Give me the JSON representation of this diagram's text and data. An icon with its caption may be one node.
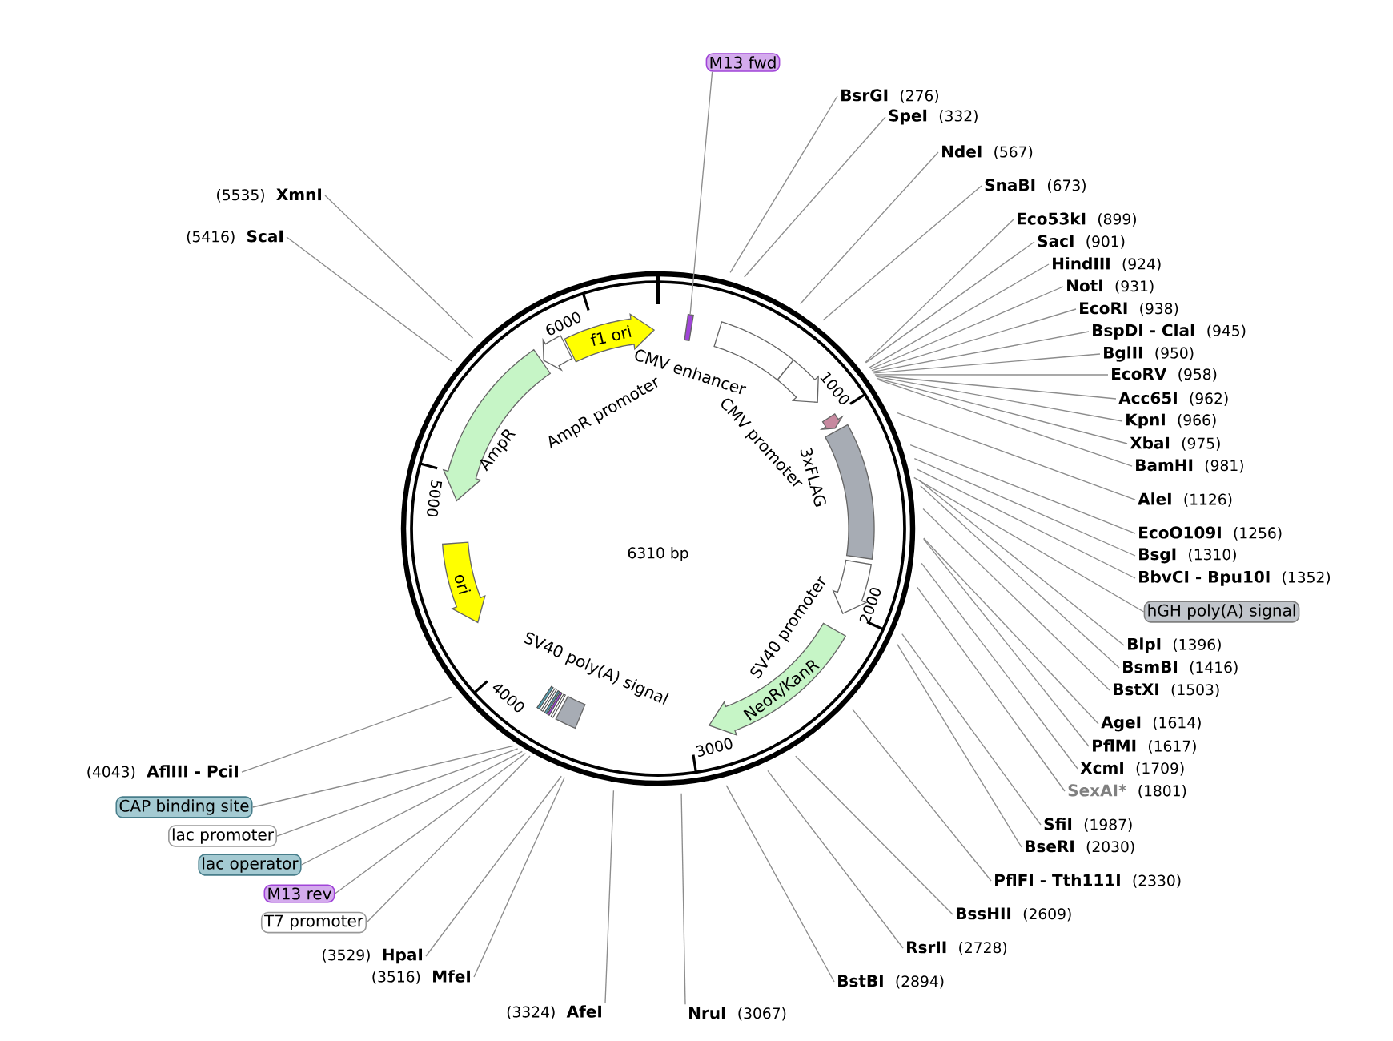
{
  "diagram": {
    "nodes": [
      {
        "text": [
          "M13 fwd"
        ]
      },
      {
        "text": [
          "BsrGI",
          "(276)"
        ]
      },
      {
        "text": [
          "SpeI",
          "(332)"
        ]
      },
      {
        "text": [
          "NdeI",
          "(567)"
        ]
      },
      {
        "text": [
          "SnaBI",
          "(673)"
        ]
      },
      {
        "text": [
          "Eco53kI",
          "(899)"
        ]
      },
      {
        "text": [
          "SacI",
          "(901)"
        ]
      },
      {
        "text": [
          "HindIII",
          "(924)"
        ]
      },
      {
        "text": [
          "NotI",
          "(931)"
        ]
      },
      {
        "text": [
          "EcoRI",
          "(938)"
        ]
      },
      {
        "text": [
          "BspDI - ClaI",
          "(945)"
        ]
      },
      {
        "text": [
          "BglII",
          "(950)"
        ]
      },
      {
        "text": [
          "EcoRV",
          "(958)"
        ]
      },
      {
        "text": [
          "Acc65I",
          "(962)"
        ]
      },
      {
        "text": [
          "KpnI",
          "(966)"
        ]
      },
      {
        "text": [
          "XbaI",
          "(975)"
        ]
      },
      {
        "text": [
          "BamHI",
          "(981)"
        ]
      },
      {
        "text": [
          "AleI",
          "(1126)"
        ]
      },
      {
        "text": [
          "EcoO109I",
          "(1256)"
        ]
      },
      {
        "text": [
          "BsgI",
          "(1310)"
        ]
      },
      {
        "text": [
          "BbvCI - Bpu10I",
          "(1352)"
        ]
      },
      {
        "text": [
          "hGH poly(A) signal"
        ]
      },
      {
        "text": [
          "BlpI",
          "(1396)"
        ]
      },
      {
        "text": [
          "BsmBI",
          "(1416)"
        ]
      },
      {
        "text": [
          "BstXI",
          "(1503)"
        ]
      },
      {
        "text": [
          "AgeI",
          "(1614)"
        ]
      },
      {
        "text": [
          "PflMI",
          "(1617)"
        ]
      },
      {
        "text": [
          "XcmI",
          "(1709)"
        ]
      },
      {
        "text": [
          "SexAI*",
          "(1801)"
        ]
      },
      {
        "text": [
          "SfiI",
          "(1987)"
        ]
      },
      {
        "text": [
          "BseRI",
          "(2030)"
        ]
      },
      {
        "text": [
          "PflFI - Tth111I",
          "(2330)"
        ]
      },
      {
        "text": [
          "BssHII",
          "(2609)"
        ]
      },
      {
        "text": [
          "RsrII",
          "(2728)"
        ]
      },
      {
        "text": [
          "BstBI",
          "(2894)"
        ]
      },
      {
        "text": [
          "NruI",
          "(3067)"
        ]
      },
      {
        "text": [
          "(3324)",
          "AfeI"
        ]
      },
      {
        "text": [
          "(3516)",
          "MfeI"
        ]
      },
      {
        "text": [
          "(3529)",
          "HpaI"
        ]
      },
      {
        "text": [
          "T7 promoter"
        ]
      },
      {
        "text": [
          "M13 rev"
        ]
      },
      {
        "text": [
          "lac operator"
        ]
      },
      {
        "text": [
          "lac promoter"
        ]
      },
      {
        "text": [
          "CAP binding site"
        ]
      },
      {
        "text": [
          "(4043)",
          "AflIII - PciI"
        ]
      },
      {
        "text": [
          "(5416)",
          "ScaI"
        ]
      },
      {
        "text": [
          "(5535)",
          "XmnI"
        ]
      },
      {
        "text": [
          "f1 ori"
        ]
      },
      {
        "text": [
          "CMV enhancer"
        ]
      },
      {
        "text": [
          "CMV promoter"
        ]
      },
      {
        "text": [
          "3xFLAG"
        ]
      },
      {
        "text": [],
        "shape": "bar"
      },
      {
        "text": [
          "SV40 promoter"
        ]
      },
      {
        "text": [
          "NeoR/KanR"
        ]
      },
      {
        "text": [
          "SV40 poly(A) signal"
        ]
      },
      {
        "text": [
          "ori"
        ]
      },
      {
        "text": [
          "AmpR"
        ]
      },
      {
        "text": [
          "AmpR promoter"
        ]
      },
      {
        "text": [],
        "shape": "bar"
      }
    ],
    "edges": [
      {
        "from": 0,
        "to": 58,
        "arrow": "none"
      },
      {
        "from": 1,
        "to": null,
        "arrow": "none"
      },
      {
        "from": 2,
        "to": null,
        "arrow": "none"
      },
      {
        "from": 3,
        "to": null,
        "arrow": "none"
      },
      {
        "from": 4,
        "to": null,
        "arrow": "none"
      },
      {
        "from": 5,
        "to": null,
        "arrow": "none"
      },
      {
        "from": 6,
        "to": null,
        "arrow": "none"
      },
      {
        "from": 7,
        "to": null,
        "arrow": "none"
      },
      {
        "from": 8,
        "to": null,
        "arrow": "none"
      },
      {
        "from": 9,
        "to": null,
        "arrow": "none"
      },
      {
        "from": 10,
        "to": null,
        "arrow": "none"
      },
      {
        "from": 11,
        "to": null,
        "arrow": "none"
      },
      {
        "from": 12,
        "to": null,
        "arrow": "none"
      },
      {
        "from": 13,
        "to": null,
        "arrow": "none"
      },
      {
        "from": 14,
        "to": null,
        "arrow": "none"
      },
      {
        "from": 15,
        "to": null,
        "arrow": "none"
      },
      {
        "from": 16,
        "to": null,
        "arrow": "none"
      },
      {
        "from": 17,
        "to": null,
        "arrow": "none"
      },
      {
        "from": 18,
        "to": null,
        "arrow": "none"
      },
      {
        "from": 19,
        "to": null,
        "arrow": "none"
      },
      {
        "from": 20,
        "to": null,
        "arrow": "none"
      },
      {
        "from": 21,
        "to": null,
        "arrow": "none"
      },
      {
        "from": 22,
        "to": null,
        "arrow": "none"
      },
      {
        "from": 23,
        "to": null,
        "arrow": "none"
      },
      {
        "from": 24,
        "to": null,
        "arrow": "none"
      },
      {
        "from": 25,
        "to": null,
        "arrow": "none"
      },
      {
        "from": 26,
        "to": null,
        "arrow": "none"
      },
      {
        "from": 27,
        "to": null,
        "arrow": "none"
      },
      {
        "from": 28,
        "to": null,
        "arrow": "none"
      },
      {
        "from": 29,
        "to": null,
        "arrow": "none"
      },
      {
        "from": 30,
        "to": null,
        "arrow": "none"
      },
      {
        "from": 31,
        "to": null,
        "arrow": "none"
      },
      {
        "from": 32,
        "to": null,
        "arrow": "none"
      },
      {
        "from": 33,
        "to": null,
        "arrow": "none"
      },
      {
        "from": 34,
        "to": null,
        "arrow": "none"
      },
      {
        "from": 35,
        "to": null,
        "arrow": "none"
      },
      {
        "from": 36,
        "to": null,
        "arrow": "none"
      },
      {
        "from": 37,
        "to": null,
        "arrow": "none"
      },
      {
        "from": 38,
        "to": null,
        "arrow": "none"
      },
      {
        "from": 39,
        "to": null,
        "arrow": "none"
      },
      {
        "from": 40,
        "to": null,
        "arrow": "none"
      },
      {
        "from": 41,
        "to": null,
        "arrow": "none"
      },
      {
        "from": 42,
        "to": null,
        "arrow": "none"
      },
      {
        "from": 43,
        "to": null,
        "arrow": "none"
      },
      {
        "from": 44,
        "to": null,
        "arrow": "none"
      },
      {
        "from": 45,
        "to": null,
        "arrow": "none"
      },
      {
        "from": 46,
        "to": null,
        "arrow": "none"
      }
    ],
    "labels": [
      "6310 bp",
      "1000",
      "2000",
      "3000",
      "4000",
      "5000",
      "6000"
    ]
  }
}
